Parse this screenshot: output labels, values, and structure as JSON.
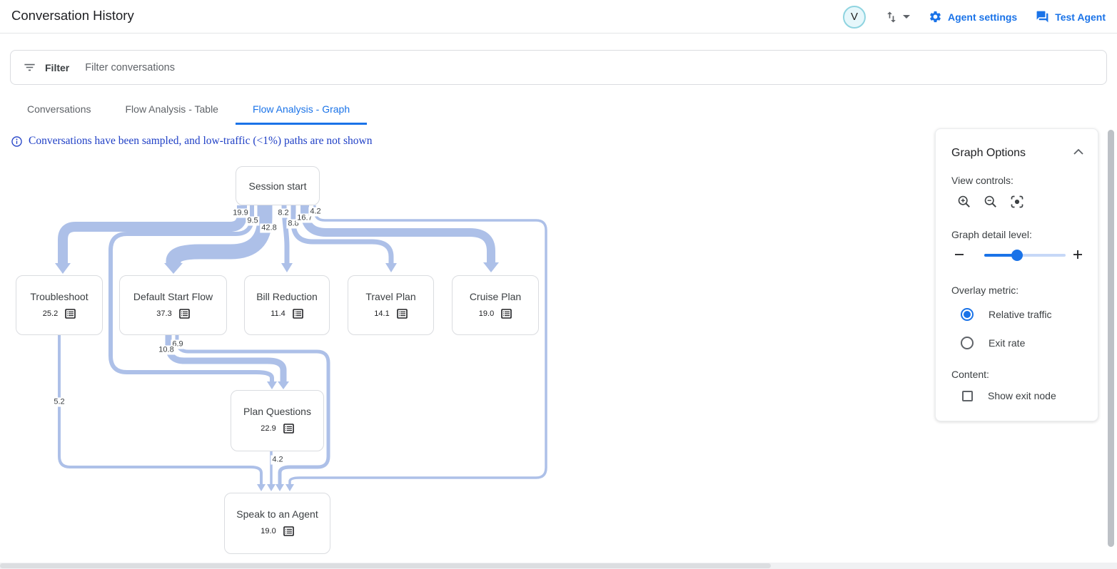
{
  "header": {
    "title": "Conversation History",
    "avatar_initial": "V",
    "agent_settings_label": "Agent settings",
    "test_agent_label": "Test Agent"
  },
  "filter_bar": {
    "label": "Filter",
    "placeholder": "Filter conversations"
  },
  "tabs": [
    {
      "label": "Conversations",
      "active": false
    },
    {
      "label": "Flow Analysis - Table",
      "active": false
    },
    {
      "label": "Flow Analysis - Graph",
      "active": true
    }
  ],
  "notice": {
    "text": "Conversations have been sampled, and low-traffic (<1%) paths are not shown"
  },
  "graph": {
    "nodes": {
      "session_start": {
        "title": "Session start"
      },
      "troubleshoot": {
        "title": "Troubleshoot",
        "value": "25.2"
      },
      "default_start_flow": {
        "title": "Default Start Flow",
        "value": "37.3"
      },
      "bill_reduction": {
        "title": "Bill Reduction",
        "value": "11.4"
      },
      "travel_plan": {
        "title": "Travel Plan",
        "value": "14.1"
      },
      "cruise_plan": {
        "title": "Cruise Plan",
        "value": "19.0"
      },
      "plan_questions": {
        "title": "Plan Questions",
        "value": "22.9"
      },
      "speak_to_agent": {
        "title": "Speak to an Agent",
        "value": "19.0"
      }
    },
    "edges": {
      "session_to_troubleshoot": "19.9",
      "session_to_plan_questions": "9.5",
      "session_to_default_start_flow": "42.8",
      "session_to_bill_reduction": "8.2",
      "session_to_travel_plan": "8.8",
      "session_to_cruise_plan": "16.7",
      "session_to_speak_to_agent": "4.2",
      "default_to_speak_to_agent": "6.9",
      "default_to_plan_questions": "10.8",
      "troubleshoot_to_speak_to_agent": "5.2",
      "plan_questions_to_speak_to_agent": "4.2"
    }
  },
  "graph_options": {
    "title": "Graph Options",
    "view_controls_label": "View controls:",
    "detail_level_label": "Graph detail level:",
    "detail_level_percent": 40,
    "overlay_metric_label": "Overlay metric:",
    "overlay_options": [
      {
        "label": "Relative traffic",
        "selected": true
      },
      {
        "label": "Exit rate",
        "selected": false
      }
    ],
    "content_label": "Content:",
    "show_exit_node_label": "Show exit node",
    "show_exit_node_checked": false
  },
  "colors": {
    "accent": "#1a73e8",
    "edge": "#adc0e8",
    "notice_text": "#2040c6"
  }
}
